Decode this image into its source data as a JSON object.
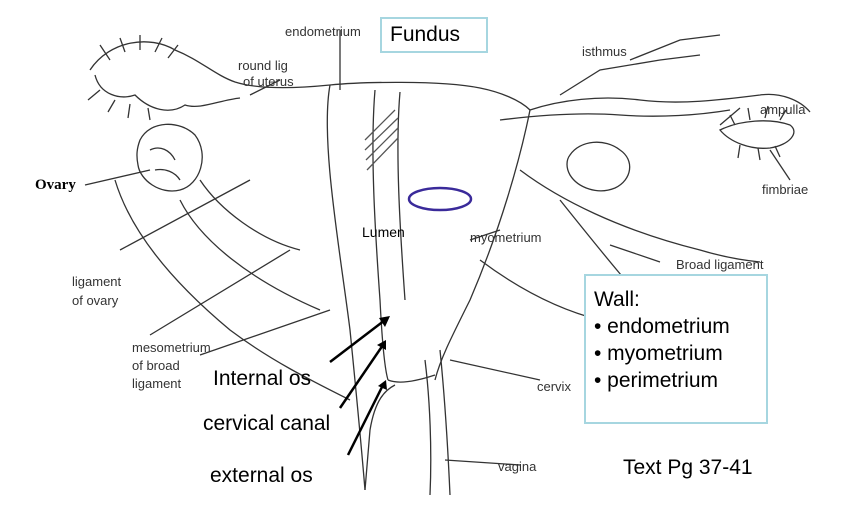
{
  "labels": {
    "endometrium_top": "endometrium",
    "fundus": "Fundus",
    "isthmus": "isthmus",
    "round_lig": "round lig",
    "of_uterus": "of uterus",
    "ampulla": "ampulla",
    "ovary": "Ovary",
    "fimbriae": "fimbriae",
    "lumen": "Lumen",
    "myometrium": "myometrium",
    "broad_ligament": "Broad ligament",
    "ligament": "ligament",
    "of_ovary": "of ovary",
    "mesometrium": "mesometrium",
    "of_broad": "of broad",
    "ligament2": "ligament",
    "internal_os": "Internal os",
    "cervix": "cervix",
    "cervical_canal": "cervical canal",
    "external_os": "external os",
    "vagina": "vagina",
    "text_ref": "Text Pg 37-41"
  },
  "wall_box": {
    "title": "Wall:",
    "items": [
      "• endometrium",
      "• myometrium",
      "• perimetrium"
    ]
  },
  "colors": {
    "highlight_box": "#a6d6e0",
    "lumen_ellipse": "#3a2a9a",
    "line_art": "#333333"
  }
}
